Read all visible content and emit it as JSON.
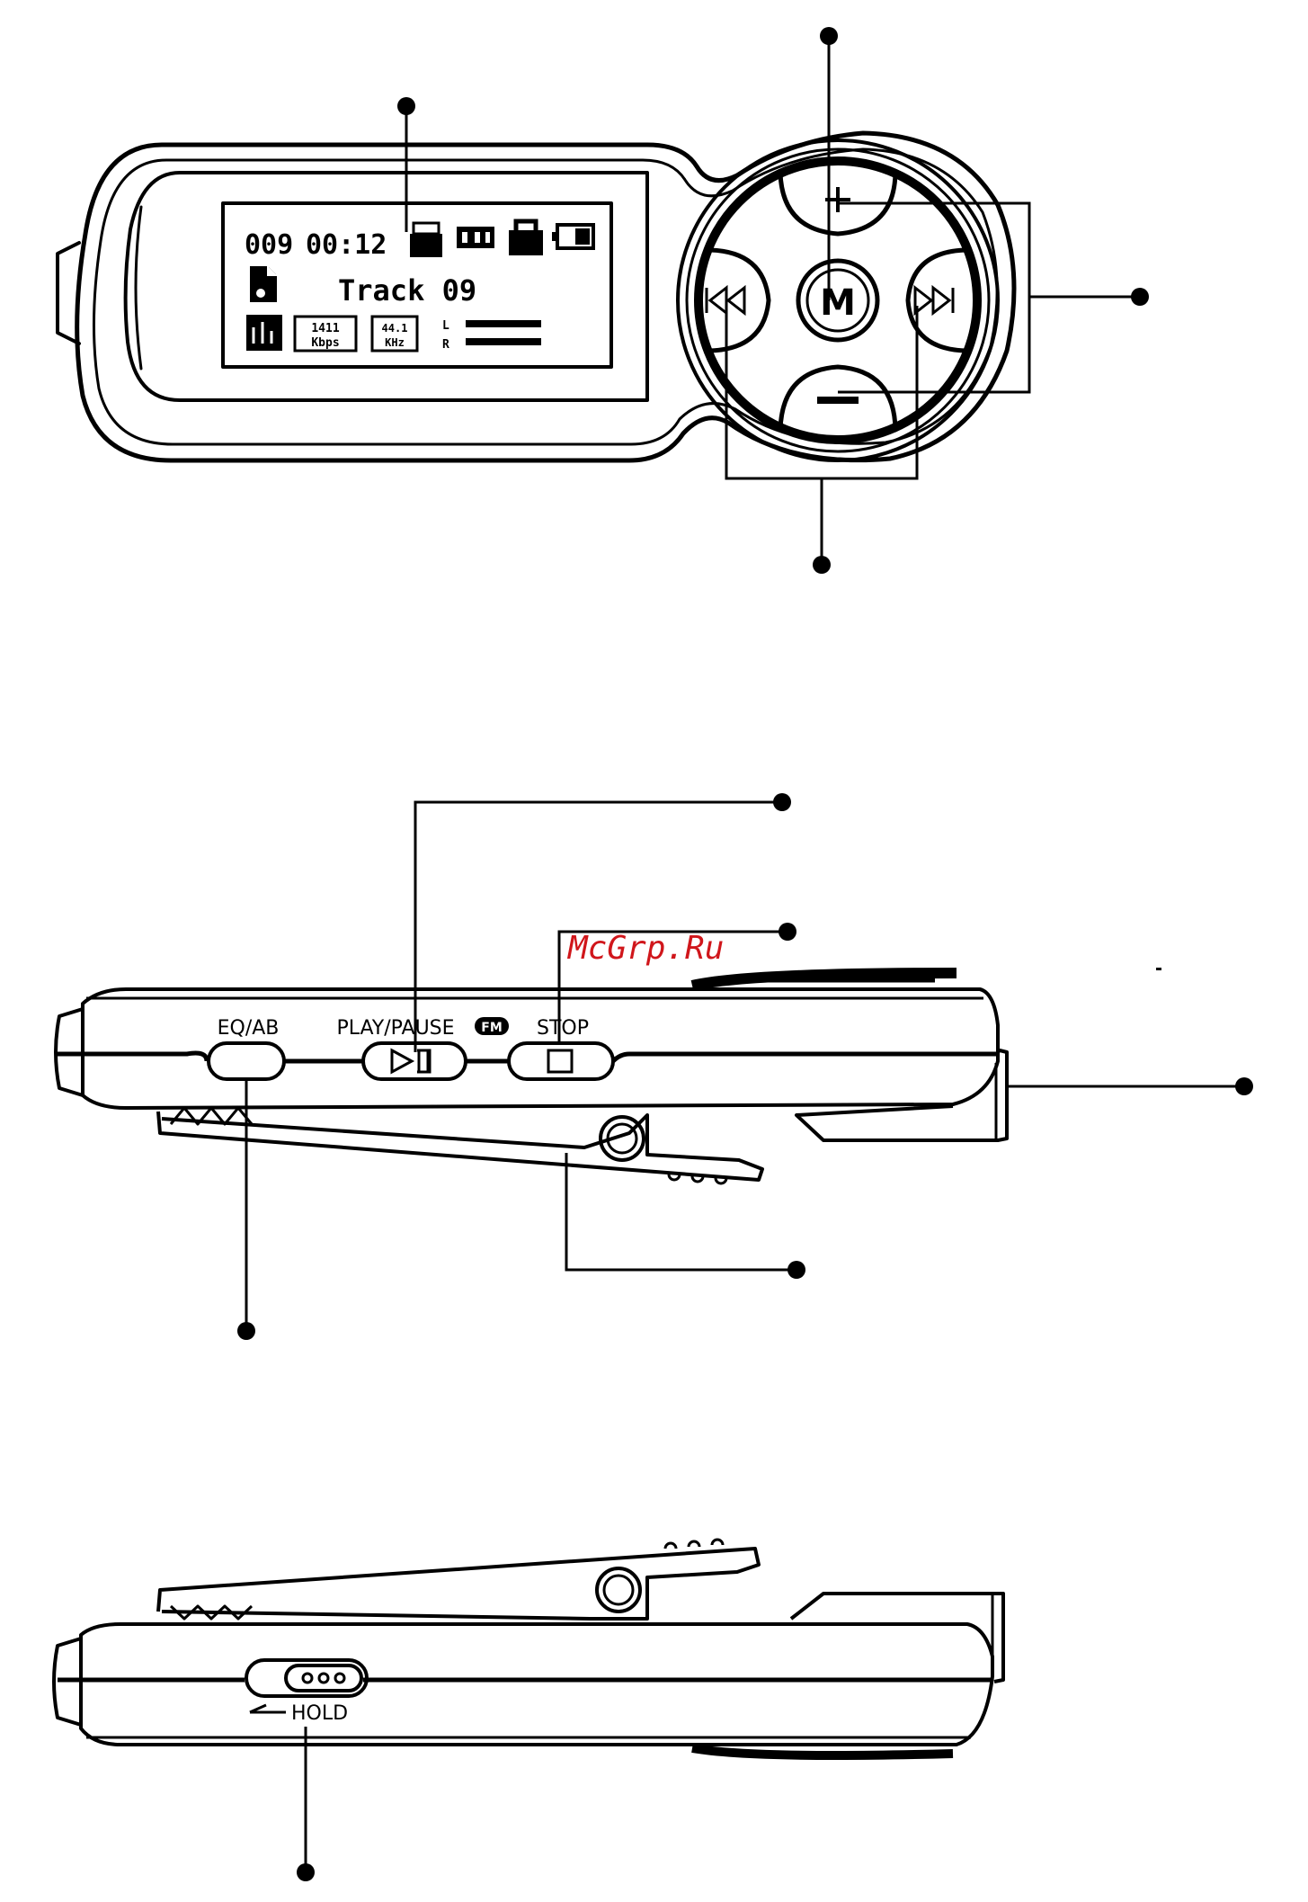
{
  "lcd": {
    "track_number": "009",
    "elapsed_time": "00:12",
    "track_title": "Track 09",
    "bitrate": "1411",
    "bitrate_unit": "Kbps",
    "sample_rate": "44.1",
    "sample_rate_unit": "KHz",
    "channel_left": "L",
    "channel_right": "R",
    "status_icons": [
      "battery-icon",
      "mode-icon",
      "lock-icon",
      "battery-level-icon"
    ]
  },
  "buttons": {
    "eq_ab": "EQ/AB",
    "play_pause": "PLAY/PAUSE",
    "fm_badge": "FM",
    "stop": "STOP",
    "hold": "HOLD",
    "menu": "M",
    "plus": "+",
    "minus": "−"
  },
  "watermark": "McGrp.Ru"
}
